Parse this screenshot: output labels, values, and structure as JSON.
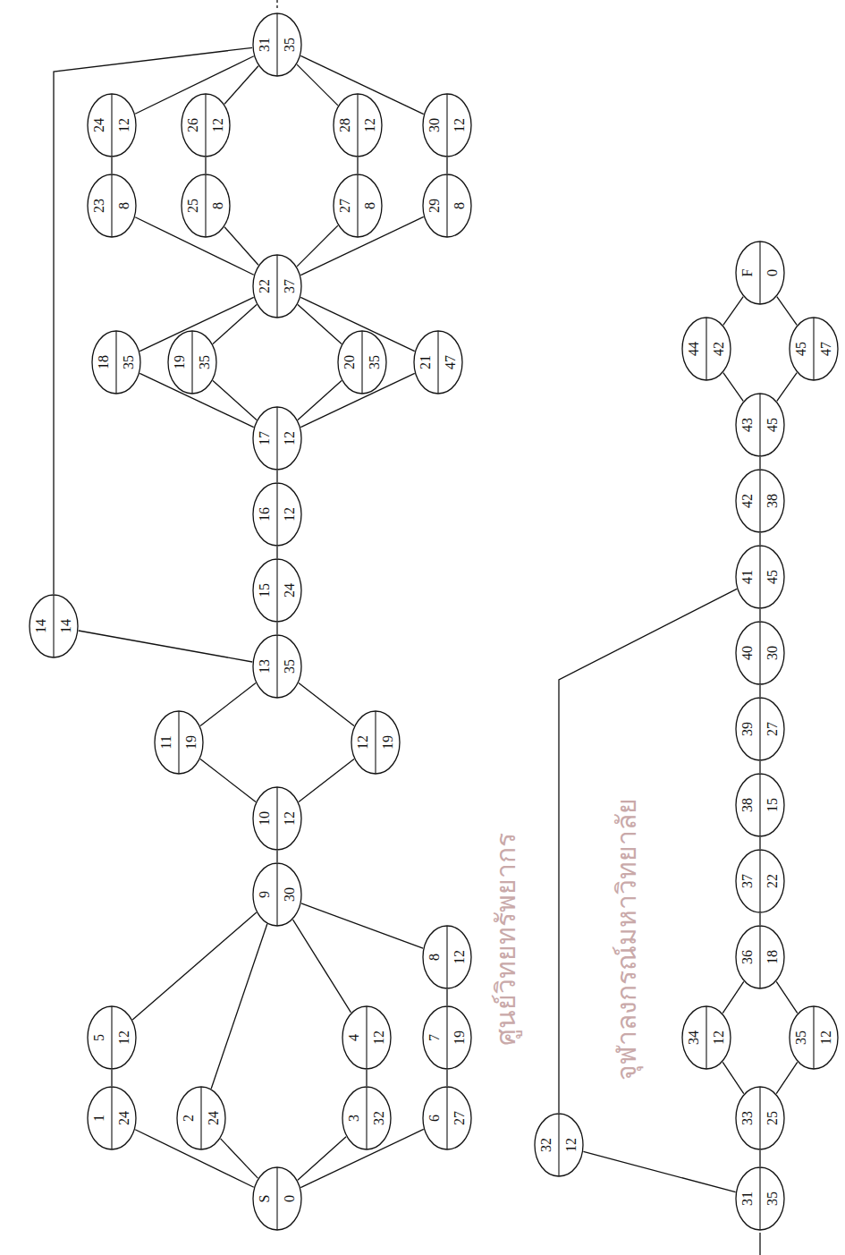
{
  "diagram": {
    "nodes": [
      {
        "text": [
          "S",
          "0"
        ]
      },
      {
        "text": [
          "1",
          "24"
        ]
      },
      {
        "text": [
          "2",
          "24"
        ]
      },
      {
        "text": [
          "3",
          "32"
        ]
      },
      {
        "text": [
          "4",
          "12"
        ]
      },
      {
        "text": [
          "5",
          "12"
        ]
      },
      {
        "text": [
          "6",
          "27"
        ]
      },
      {
        "text": [
          "7",
          "19"
        ]
      },
      {
        "text": [
          "8",
          "12"
        ]
      },
      {
        "text": [
          "9",
          "30"
        ]
      },
      {
        "text": [
          "10",
          "12"
        ]
      },
      {
        "text": [
          "11",
          "19"
        ]
      },
      {
        "text": [
          "12",
          "19"
        ]
      },
      {
        "text": [
          "13",
          "35"
        ]
      },
      {
        "text": [
          "14",
          "14"
        ]
      },
      {
        "text": [
          "15",
          "24"
        ]
      },
      {
        "text": [
          "16",
          "12"
        ]
      },
      {
        "text": [
          "17",
          "12"
        ]
      },
      {
        "text": [
          "18",
          "35"
        ]
      },
      {
        "text": [
          "19",
          "35"
        ]
      },
      {
        "text": [
          "20",
          "35"
        ]
      },
      {
        "text": [
          "21",
          "47"
        ]
      },
      {
        "text": [
          "22",
          "37"
        ]
      },
      {
        "text": [
          "23",
          "8"
        ]
      },
      {
        "text": [
          "24",
          "12"
        ]
      },
      {
        "text": [
          "25",
          "8"
        ]
      },
      {
        "text": [
          "26",
          "12"
        ]
      },
      {
        "text": [
          "27",
          "8"
        ]
      },
      {
        "text": [
          "28",
          "12"
        ]
      },
      {
        "text": [
          "29",
          "8"
        ]
      },
      {
        "text": [
          "30",
          "12"
        ]
      },
      {
        "text": [
          "31",
          "35"
        ]
      },
      {
        "text": [
          "31",
          "35"
        ]
      },
      {
        "text": [
          "32",
          "12"
        ]
      },
      {
        "text": [
          "33",
          "25"
        ]
      },
      {
        "text": [
          "34",
          "12"
        ]
      },
      {
        "text": [
          "35",
          "12"
        ]
      },
      {
        "text": [
          "36",
          "18"
        ]
      },
      {
        "text": [
          "37",
          "22"
        ]
      },
      {
        "text": [
          "38",
          "15"
        ]
      },
      {
        "text": [
          "39",
          "27"
        ]
      },
      {
        "text": [
          "40",
          "30"
        ]
      },
      {
        "text": [
          "41",
          "45"
        ]
      },
      {
        "text": [
          "42",
          "38"
        ]
      },
      {
        "text": [
          "43",
          "45"
        ]
      },
      {
        "text": [
          "44",
          "42"
        ]
      },
      {
        "text": [
          "45",
          "47"
        ]
      },
      {
        "text": [
          "F",
          "0"
        ]
      }
    ],
    "edges": [
      {
        "from": 0,
        "to": 1,
        "arrow": "none"
      },
      {
        "from": 0,
        "to": 2,
        "arrow": "none"
      },
      {
        "from": 0,
        "to": 3,
        "arrow": "none"
      },
      {
        "from": 0,
        "to": 6,
        "arrow": "none"
      },
      {
        "from": 1,
        "to": 5,
        "arrow": "none"
      },
      {
        "from": 3,
        "to": 4,
        "arrow": "none"
      },
      {
        "from": 6,
        "to": 7,
        "arrow": "none"
      },
      {
        "from": 7,
        "to": 8,
        "arrow": "none"
      },
      {
        "from": 5,
        "to": 9,
        "arrow": "none"
      },
      {
        "from": 2,
        "to": 9,
        "arrow": "none"
      },
      {
        "from": 4,
        "to": 9,
        "arrow": "none"
      },
      {
        "from": 8,
        "to": 9,
        "arrow": "none"
      },
      {
        "from": 9,
        "to": 10,
        "arrow": "none"
      },
      {
        "from": 10,
        "to": 11,
        "arrow": "none"
      },
      {
        "from": 10,
        "to": 12,
        "arrow": "none"
      },
      {
        "from": 11,
        "to": 13,
        "arrow": "none"
      },
      {
        "from": 12,
        "to": 13,
        "arrow": "none"
      },
      {
        "from": 13,
        "to": 14,
        "arrow": "none"
      },
      {
        "from": 13,
        "to": 15,
        "arrow": "none"
      },
      {
        "from": 15,
        "to": 16,
        "arrow": "none"
      },
      {
        "from": 16,
        "to": 17,
        "arrow": "none"
      },
      {
        "from": 17,
        "to": 18,
        "arrow": "none"
      },
      {
        "from": 17,
        "to": 19,
        "arrow": "none"
      },
      {
        "from": 17,
        "to": 20,
        "arrow": "none"
      },
      {
        "from": 17,
        "to": 21,
        "arrow": "none"
      },
      {
        "from": 18,
        "to": 22,
        "arrow": "none"
      },
      {
        "from": 19,
        "to": 22,
        "arrow": "none"
      },
      {
        "from": 20,
        "to": 22,
        "arrow": "none"
      },
      {
        "from": 21,
        "to": 22,
        "arrow": "none"
      },
      {
        "from": 22,
        "to": 23,
        "arrow": "none"
      },
      {
        "from": 22,
        "to": 25,
        "arrow": "none"
      },
      {
        "from": 22,
        "to": 27,
        "arrow": "none"
      },
      {
        "from": 22,
        "to": 29,
        "arrow": "none"
      },
      {
        "from": 23,
        "to": 24,
        "arrow": "none"
      },
      {
        "from": 25,
        "to": 26,
        "arrow": "none"
      },
      {
        "from": 27,
        "to": 28,
        "arrow": "none"
      },
      {
        "from": 29,
        "to": 30,
        "arrow": "none"
      },
      {
        "from": 24,
        "to": 31,
        "arrow": "none"
      },
      {
        "from": 26,
        "to": 31,
        "arrow": "none"
      },
      {
        "from": 28,
        "to": 31,
        "arrow": "none"
      },
      {
        "from": 30,
        "to": 31,
        "arrow": "none"
      },
      {
        "from": 14,
        "to": 31,
        "arrow": "none"
      },
      {
        "from": 32,
        "to": 33,
        "arrow": "none"
      },
      {
        "from": 32,
        "to": 34,
        "arrow": "none"
      },
      {
        "from": 34,
        "to": 35,
        "arrow": "none"
      },
      {
        "from": 34,
        "to": 36,
        "arrow": "none"
      },
      {
        "from": 35,
        "to": 37,
        "arrow": "none"
      },
      {
        "from": 36,
        "to": 37,
        "arrow": "none"
      },
      {
        "from": 37,
        "to": 38,
        "arrow": "none"
      },
      {
        "from": 38,
        "to": 39,
        "arrow": "none"
      },
      {
        "from": 39,
        "to": 40,
        "arrow": "none"
      },
      {
        "from": 40,
        "to": 41,
        "arrow": "none"
      },
      {
        "from": 41,
        "to": 42,
        "arrow": "none"
      },
      {
        "from": 33,
        "to": 42,
        "arrow": "none"
      },
      {
        "from": 42,
        "to": 43,
        "arrow": "none"
      },
      {
        "from": 43,
        "to": 44,
        "arrow": "none"
      },
      {
        "from": 44,
        "to": 45,
        "arrow": "none"
      },
      {
        "from": 44,
        "to": 46,
        "arrow": "none"
      },
      {
        "from": 45,
        "to": 47,
        "arrow": "none"
      },
      {
        "from": 46,
        "to": 47,
        "arrow": "none"
      }
    ],
    "labels": [
      "ศูนย์วิทยทรัพยากร",
      "จุฬาลงกรณ์มหาวิทยาลัย"
    ]
  }
}
